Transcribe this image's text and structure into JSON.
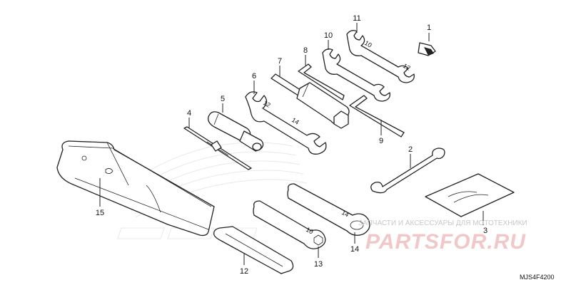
{
  "diagram": {
    "code": "MJS4F4200",
    "watermark": {
      "tagline": "ЗАПЧАСТИ И АКСЕССУАРЫ ДЛЯ МОТОТЕХНИКИ",
      "brand": "PARTSFOR.RU"
    },
    "callouts": [
      "1",
      "2",
      "3",
      "4",
      "5",
      "6",
      "7",
      "8",
      "9",
      "10",
      "11",
      "12",
      "13",
      "14",
      "15"
    ]
  }
}
